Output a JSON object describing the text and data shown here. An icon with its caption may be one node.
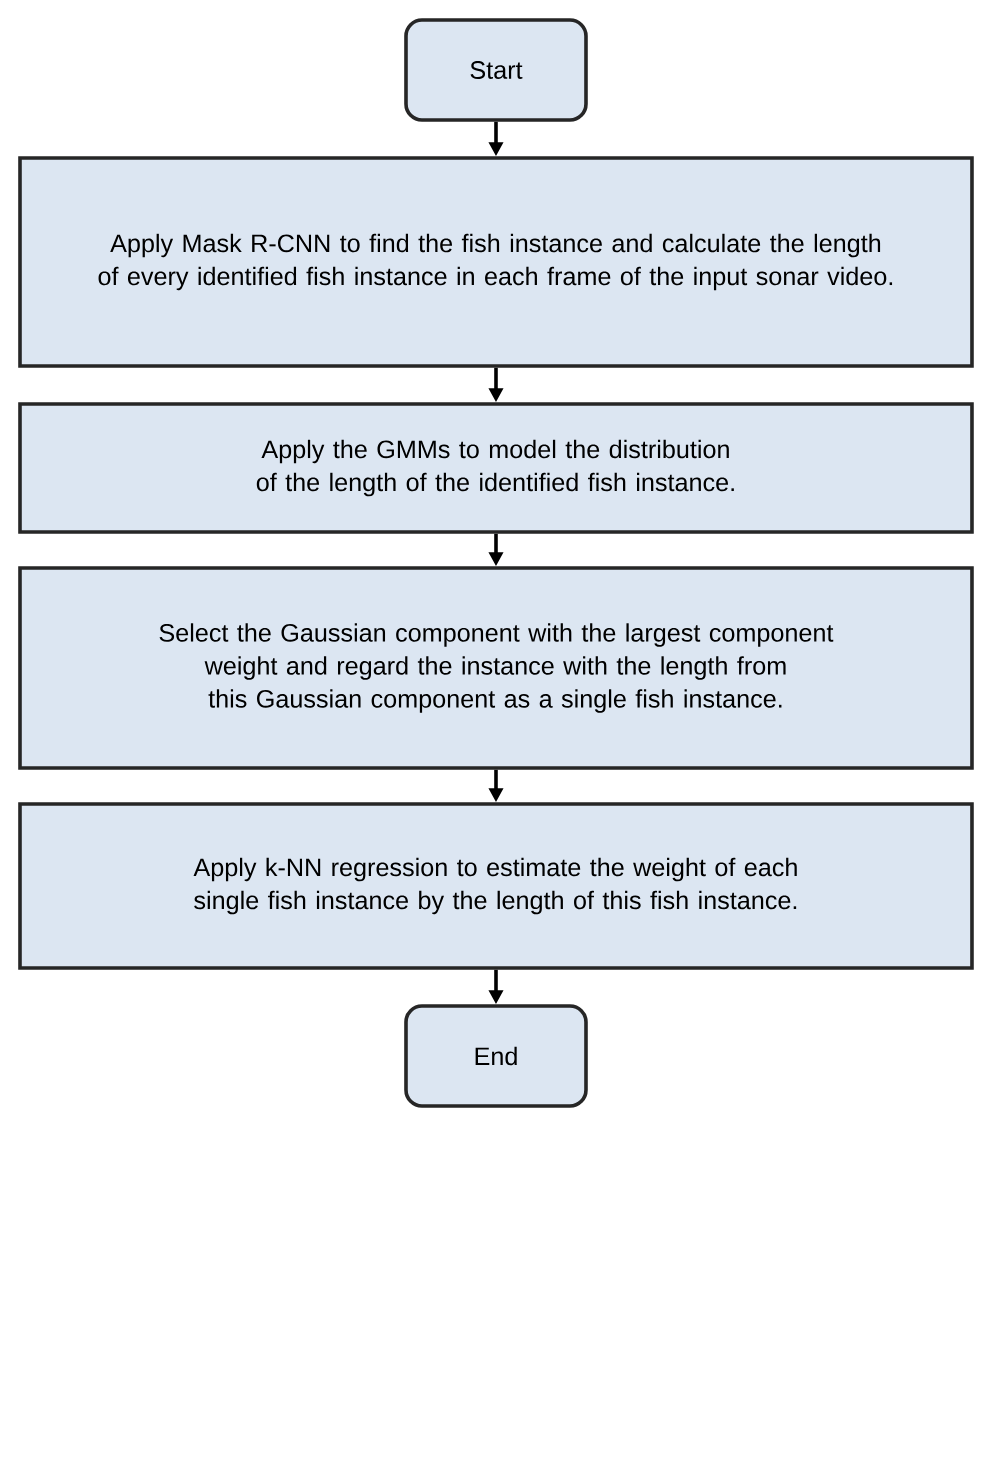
{
  "diagram": {
    "nodes": [
      {
        "text": [
          "Start"
        ]
      },
      {
        "text": [
          "Apply Mask R-CNN to find the fish instance and calculate the length of every identified fish instance in each frame of the input sonar video."
        ]
      },
      {
        "text": [
          "Apply the GMMs to model the distribution of the length of the identified fish instance."
        ]
      },
      {
        "text": [
          "Select the Gaussian component with the largest component weight and regard the instance with the length from this Gaussian component as a single fish instance."
        ]
      },
      {
        "text": [
          "Apply k-NN regression to estimate the weight of each single fish instance by the length of this fish instance."
        ]
      },
      {
        "text": [
          "End"
        ]
      }
    ],
    "edges": [
      {
        "from": 0,
        "to": 1,
        "arrow": "to"
      },
      {
        "from": 1,
        "to": 2,
        "arrow": "to"
      },
      {
        "from": 2,
        "to": 3,
        "arrow": "to"
      },
      {
        "from": 3,
        "to": 4,
        "arrow": "to"
      },
      {
        "from": 4,
        "to": 5,
        "arrow": "to"
      }
    ]
  }
}
